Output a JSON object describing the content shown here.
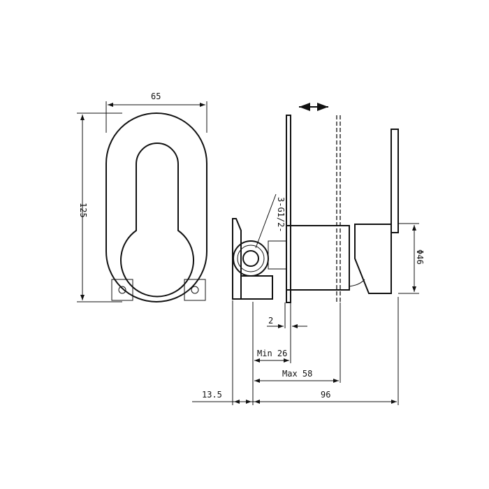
{
  "front_view": {
    "width_label": "65",
    "height_label": "125"
  },
  "side_view": {
    "thread_label": "3-G1/2-",
    "diameter_label": "Φ46",
    "plate_label": "2",
    "min_label": "Min 26",
    "max_label": "Max 58",
    "depth_label": "96",
    "offset_label": "13.5"
  }
}
